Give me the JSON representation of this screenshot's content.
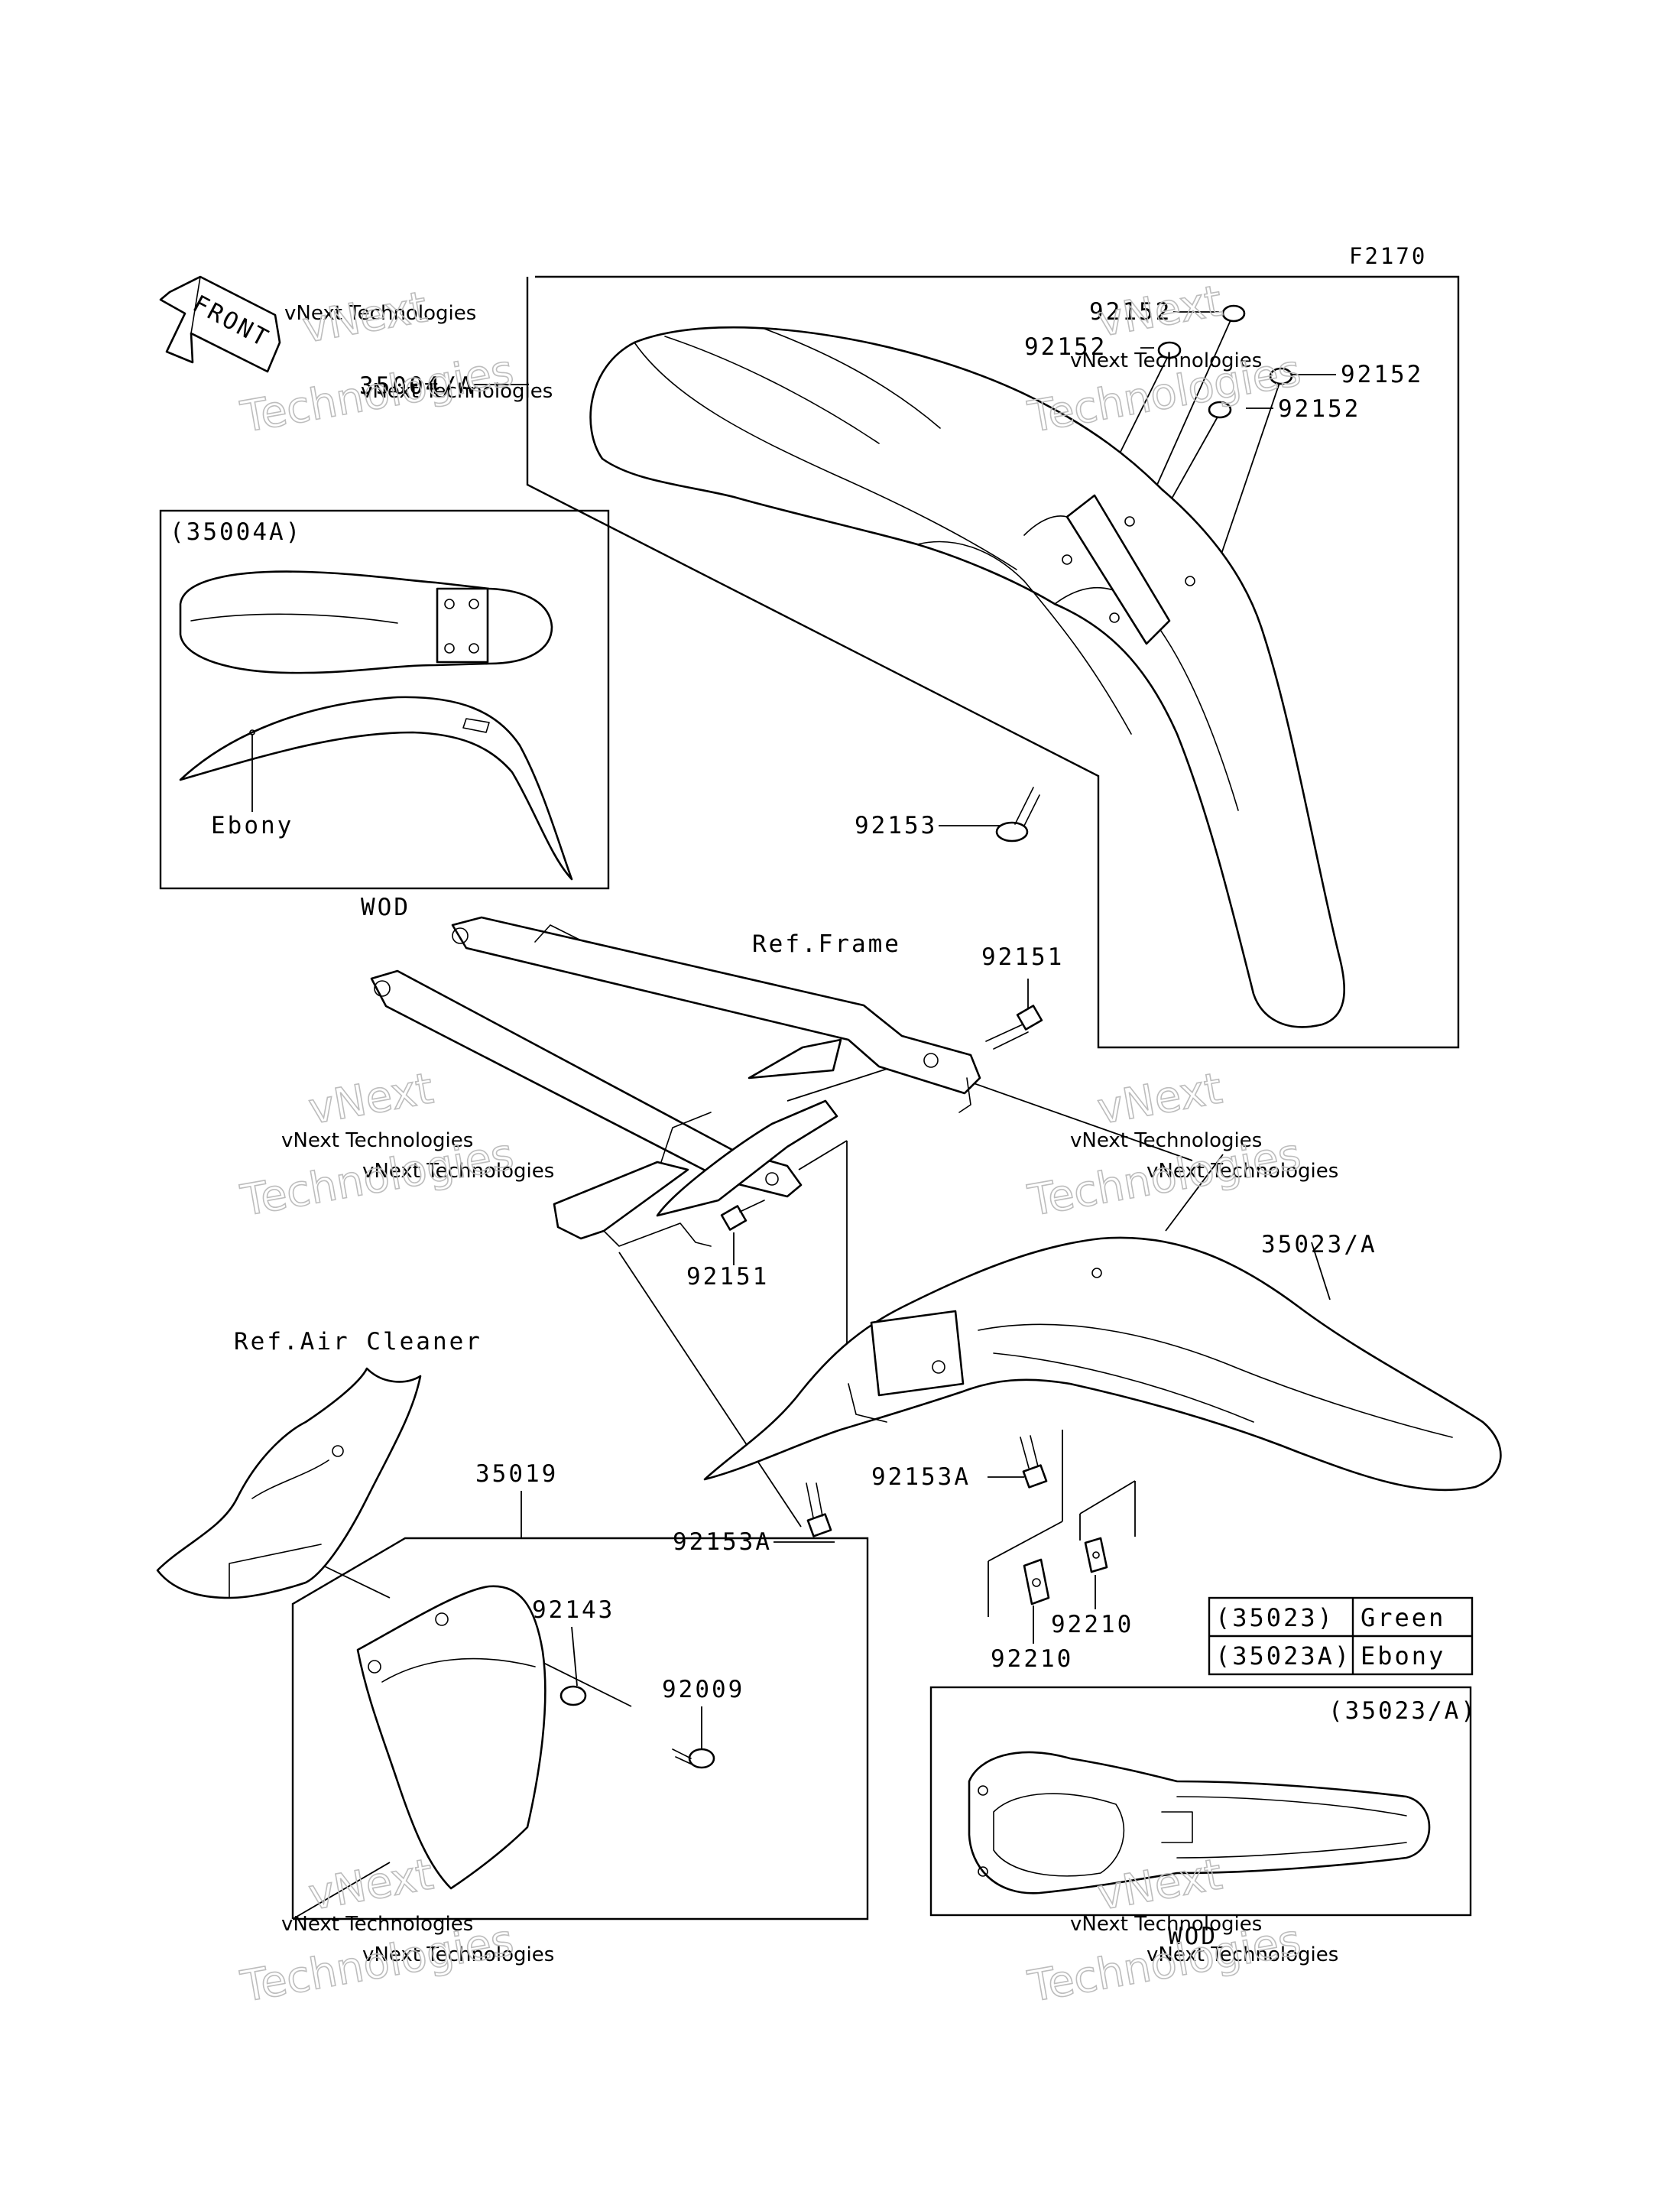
{
  "figure_code": "F2170",
  "front_label": "FRONT",
  "model_tag": "WOD",
  "ref_frame": "Ref.Frame",
  "ref_air_cleaner": "Ref.Air Cleaner",
  "inset_front_fender": {
    "title": "(35004A)",
    "color_note": "Ebony"
  },
  "inset_rear_fender": {
    "title": "(35023/A)"
  },
  "parts": {
    "p35004_a": "35004/A",
    "p92152": "92152",
    "p92153": "92153",
    "p92151": "92151",
    "p35023_a": "35023/A",
    "p92153a": "92153A",
    "p92210": "92210",
    "p35019": "35019",
    "p92143": "92143",
    "p92009": "92009"
  },
  "color_table": [
    {
      "code": "(35023)",
      "color": "Green"
    },
    {
      "code": "(35023A)",
      "color": "Ebony"
    }
  ],
  "watermark": {
    "line1": "vNext Technologies",
    "line2a": "vNext",
    "line2b": "Technologies"
  }
}
